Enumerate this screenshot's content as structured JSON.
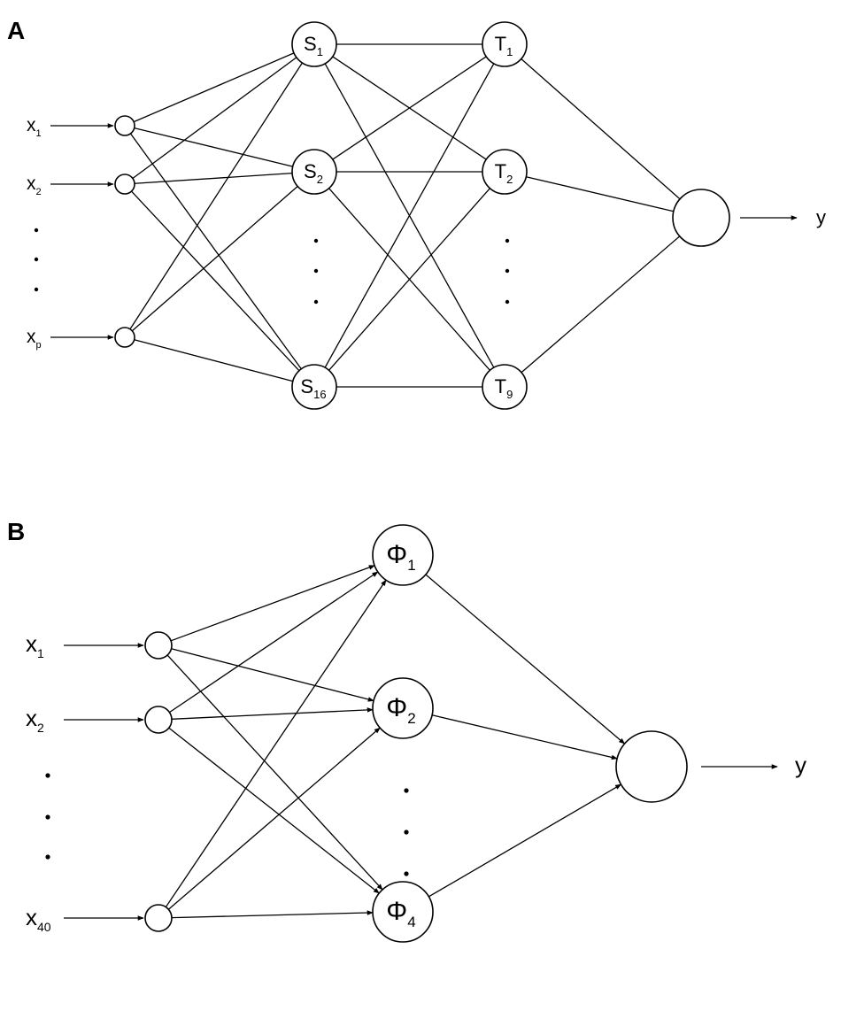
{
  "panels": [
    {
      "id": "A",
      "label": "A",
      "inputs": [
        {
          "base": "x",
          "sub": "1"
        },
        {
          "base": "x",
          "sub": "2"
        },
        {
          "base": "x",
          "sub": "p"
        }
      ],
      "layer1": [
        {
          "base": "S",
          "sub": "1"
        },
        {
          "base": "S",
          "sub": "2"
        },
        {
          "base": "S",
          "sub": "16"
        }
      ],
      "layer2": [
        {
          "base": "T",
          "sub": "1"
        },
        {
          "base": "T",
          "sub": "2"
        },
        {
          "base": "T",
          "sub": "9"
        }
      ],
      "output": "y"
    },
    {
      "id": "B",
      "label": "B",
      "inputs": [
        {
          "base": "x",
          "sub": "1"
        },
        {
          "base": "x",
          "sub": "2"
        },
        {
          "base": "x",
          "sub": "40"
        }
      ],
      "layer1": [
        {
          "base": "Φ",
          "sub": "1"
        },
        {
          "base": "Φ",
          "sub": "2"
        },
        {
          "base": "Φ",
          "sub": "4"
        }
      ],
      "output": "y"
    }
  ]
}
